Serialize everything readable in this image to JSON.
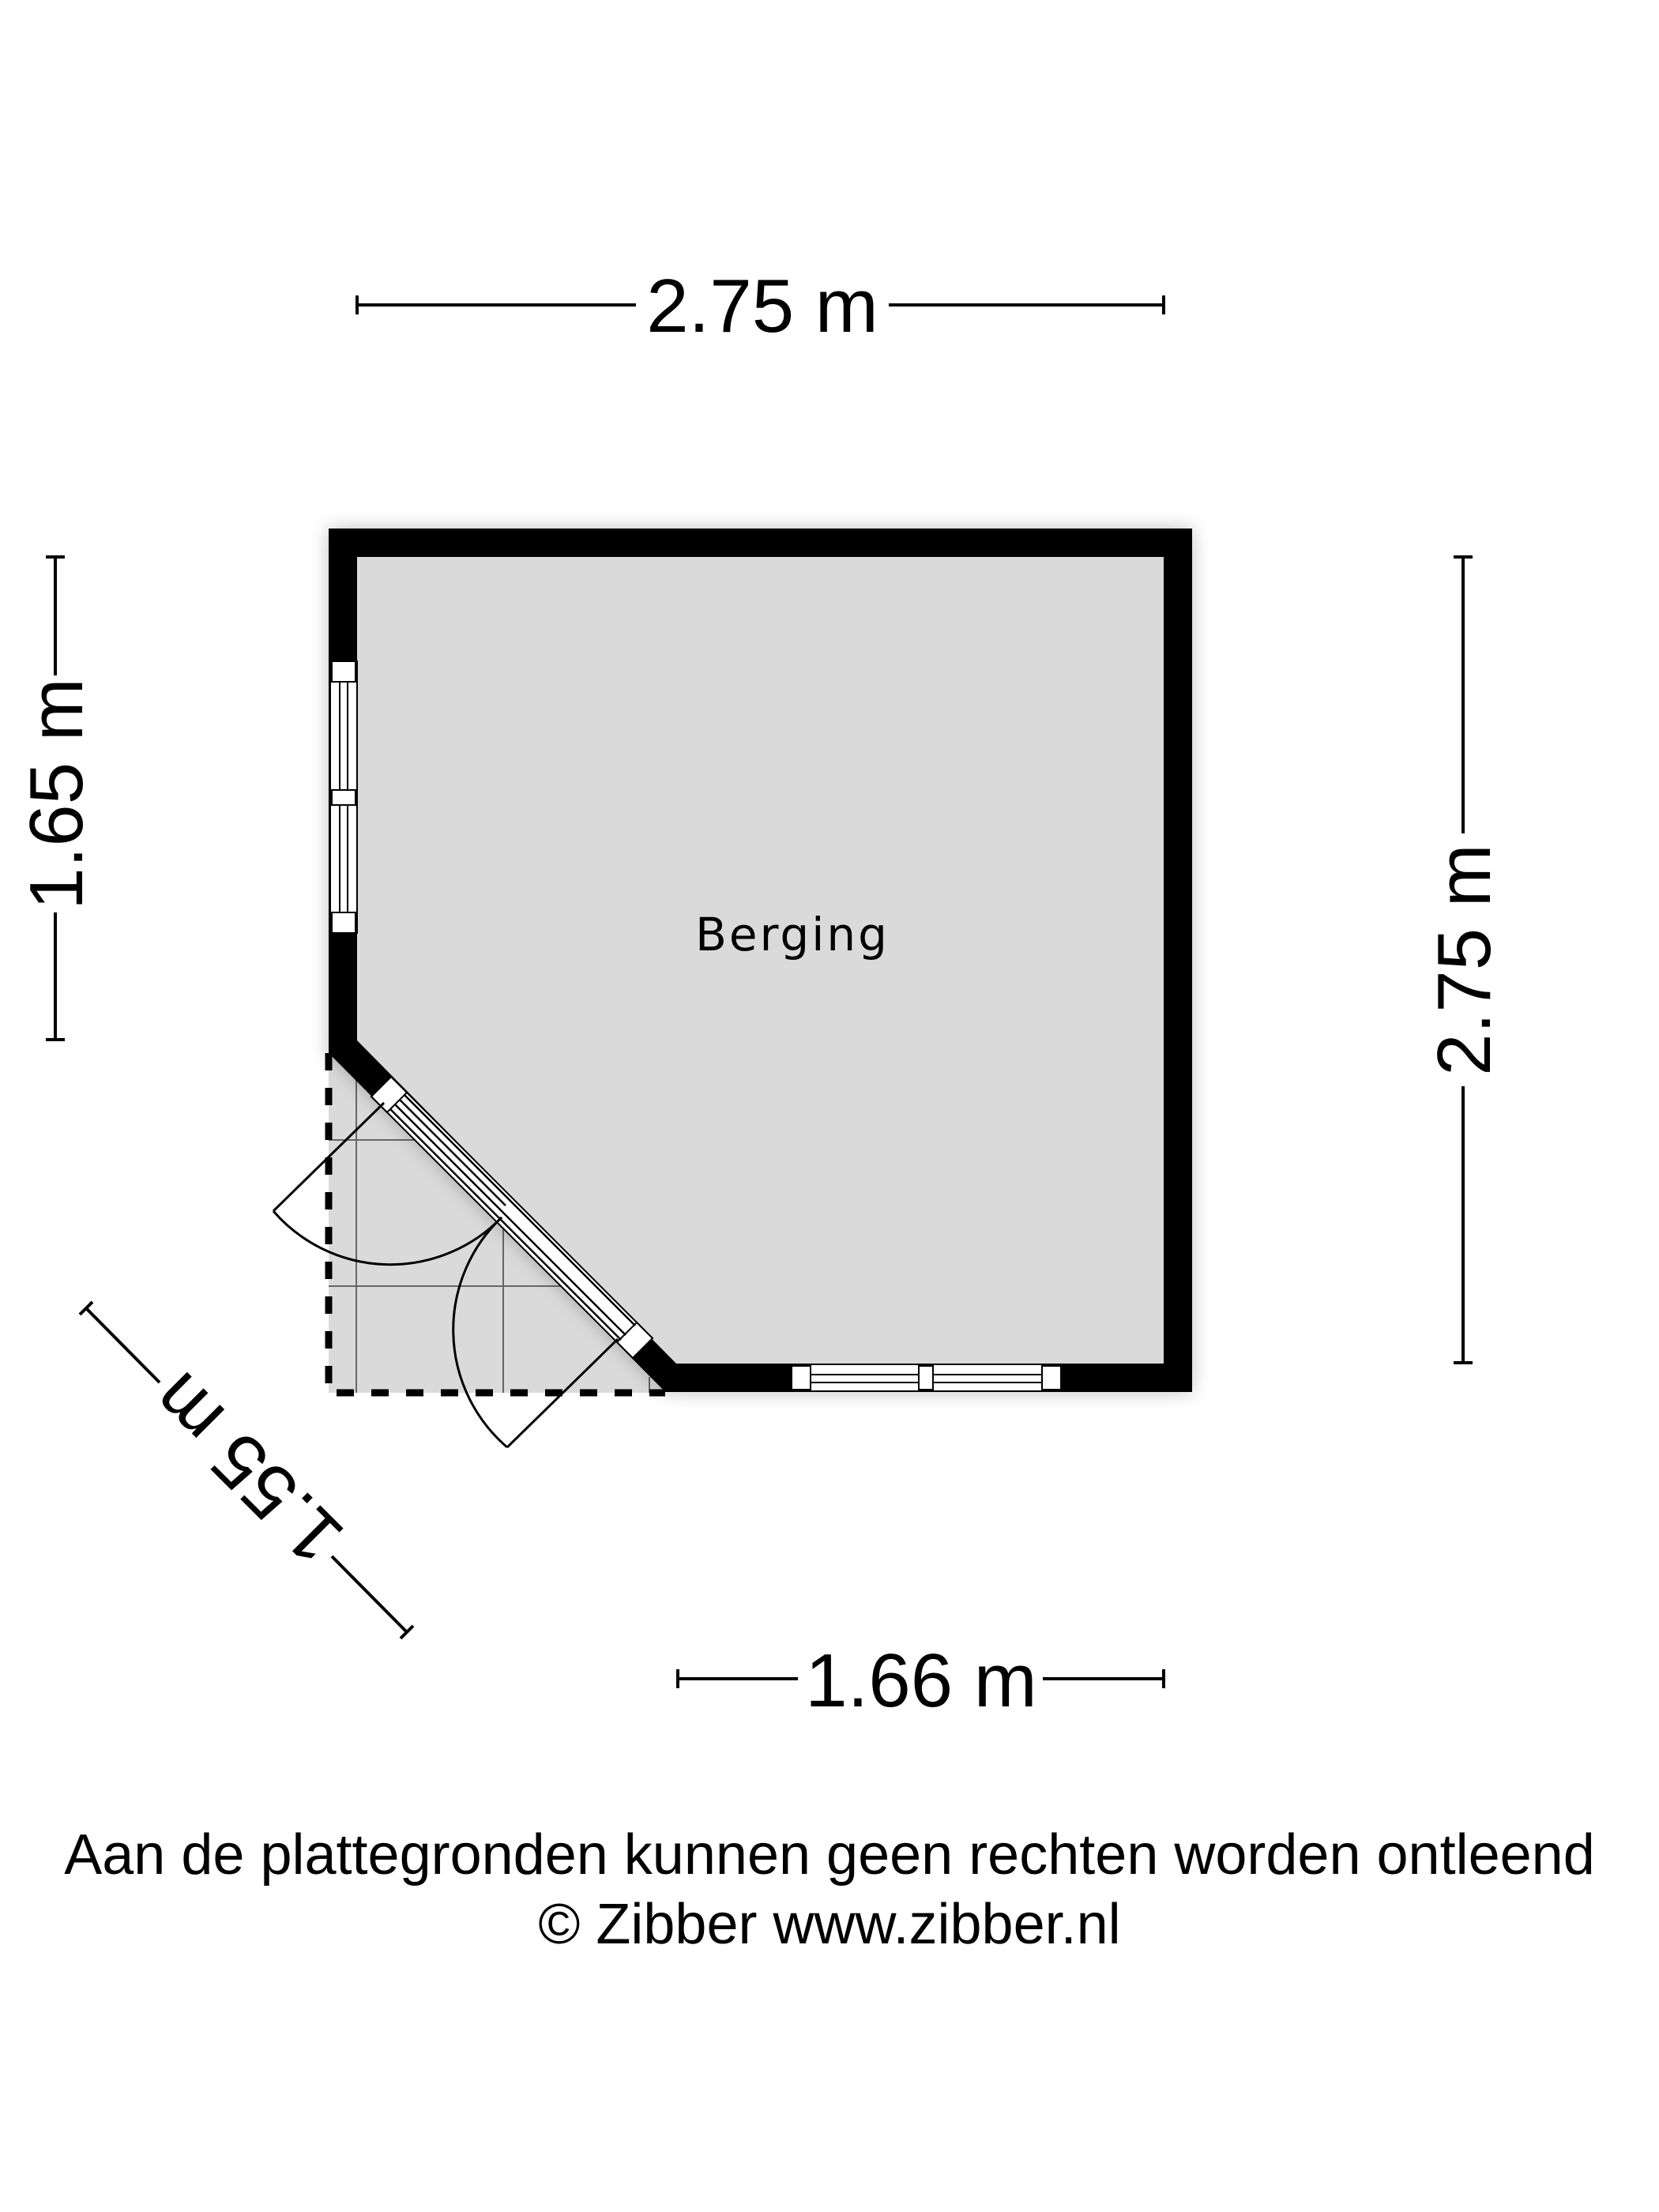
{
  "room": {
    "label": "Berging"
  },
  "dimensions": {
    "top": "2.75 m",
    "right": "2.75 m",
    "left": "1.65 m",
    "bottom": "1.66 m",
    "diagonal": "1.55 m"
  },
  "footer": {
    "disclaimer": "Aan de plattegronden kunnen geen rechten worden ontleend",
    "copyright": "© Zibber www.zibber.nl"
  },
  "colors": {
    "floor": "#dadada",
    "wall": "#000000",
    "background": "#ffffff"
  }
}
